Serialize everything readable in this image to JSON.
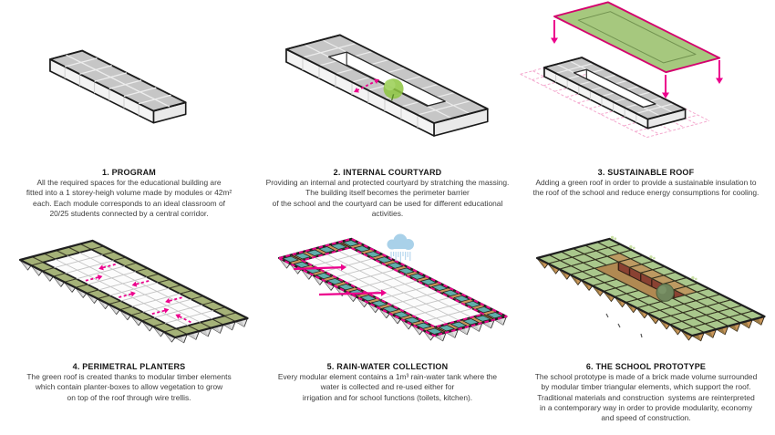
{
  "colors": {
    "magenta": "#ec008c",
    "magenta_dark": "#d4006e",
    "pink_grid": "#f4aacf",
    "roof_green": "#a6c87e",
    "roof_green_line": "#71914f",
    "grass_green": "#74b62c",
    "grass_green_dark": "#579a1f",
    "tree_green": "#8dc63f",
    "tree_green_light": "#a9d66d",
    "planter_olive": "#a5b278",
    "planter_line": "#3e3e2a",
    "tank_teal": "#5fafaa",
    "timber_tan": "#c9965a",
    "timber_tan_dark": "#9c7a44",
    "brick_red": "#8a4232",
    "brick_floor": "#b08952",
    "module_grey": "#c6c6c6",
    "face_light": "#f3f3f3",
    "face_lighter": "#fafafa",
    "face_shade": "#e9e9e9",
    "cloud_blue": "#a9d1e9",
    "rain_blue": "#b7d7ee",
    "dark_green_tree": "#6f855c",
    "outline": "#1a1a1a"
  },
  "panels": [
    {
      "id": "program",
      "title": "1. PROGRAM",
      "diagram": "linear-volume-axonometric",
      "lines": [
        "All the required spaces for the educational building are",
        "fitted into a 1 storey-heigh volume made by modules or 42m²",
        "each. Each module corresponds to an ideal classroom of",
        "20/25 students connected by a central corridor."
      ]
    },
    {
      "id": "internal-courtyard",
      "title": "2. INTERNAL COURTYARD",
      "diagram": "courtyard-ring-axonometric",
      "lines": [
        "Providing an internal and protected courtyard by stratching the massing.",
        "The building itself becomes the perimeter barrier",
        "of the school and the courtyard can be used for different educational",
        "activities."
      ]
    },
    {
      "id": "sustainable-roof",
      "title": "3. SUSTAINABLE ROOF",
      "diagram": "green-roof-exploded-axonometric",
      "lines": [
        "Adding a green roof in order to provide a sustainable insulation to",
        "the roof of the school and reduce energy consumptions for cooling."
      ]
    },
    {
      "id": "perimetral-planters",
      "title": "4. PERIMETRAL PLANTERS",
      "diagram": "roof-planters-axonometric",
      "lines": [
        "The green roof is created thanks to modular timber elements",
        "which contain planter-boxes to allow vegetation to grow",
        "on top of the roof through wire trellis."
      ]
    },
    {
      "id": "rain-water-collection",
      "title": "5. RAIN-WATER COLLECTION",
      "diagram": "rain-water-roof-axonometric",
      "lines": [
        "Every modular element contains a 1m³ rain-water tank where the",
        "water is collected and re-used either for",
        "irrigation and for school functions (toilets, kitchen)."
      ]
    },
    {
      "id": "school-prototype",
      "title": "6. THE SCHOOL PROTOTYPE",
      "diagram": "school-prototype-axonometric",
      "lines": [
        "The school prototype is made of a brick made volume surrounded",
        "by modular timber triangular elements, which support the roof.",
        "Traditional materials and construction  systems are reinterpreted",
        "in a contemporary way in order to provide modularity, economy",
        "and speed of construction."
      ]
    }
  ]
}
